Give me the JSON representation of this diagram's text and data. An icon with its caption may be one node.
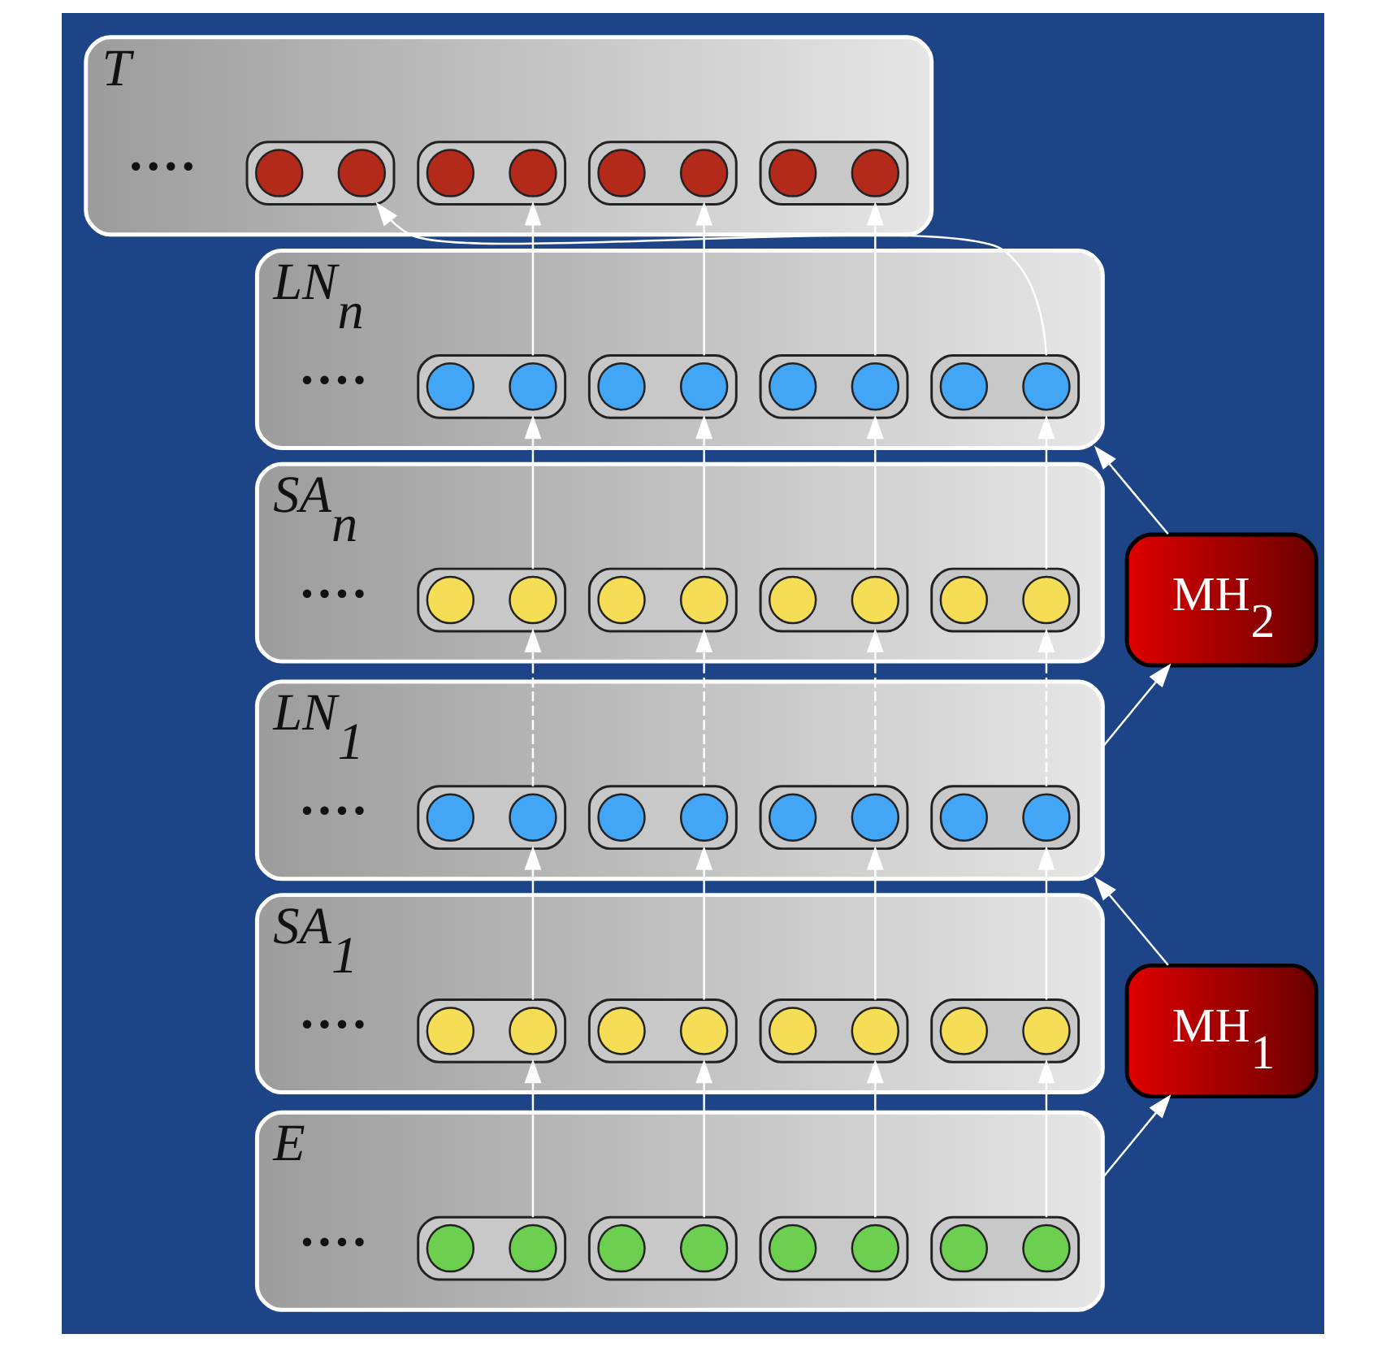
{
  "diagram": {
    "nodes": [
      {
        "text": [
          "T"
        ]
      },
      {
        "text": [],
        "shape": "box",
        "in": 0
      },
      {
        "text": [],
        "shape": "circle",
        "in": 1
      },
      {
        "text": [],
        "shape": "circle",
        "in": 1
      },
      {
        "text": [],
        "shape": "box",
        "in": 0
      },
      {
        "text": [],
        "shape": "circle",
        "in": 4
      },
      {
        "text": [],
        "shape": "circle",
        "in": 4
      },
      {
        "text": [],
        "shape": "box",
        "in": 0
      },
      {
        "text": [],
        "shape": "circle",
        "in": 7
      },
      {
        "text": [],
        "shape": "circle",
        "in": 7
      },
      {
        "text": [],
        "shape": "box",
        "in": 0
      },
      {
        "text": [],
        "shape": "circle",
        "in": 10
      },
      {
        "text": [],
        "shape": "circle",
        "in": 10
      },
      {
        "text": [
          "LN$_{n}$"
        ]
      },
      {
        "text": [],
        "shape": "box",
        "in": 13
      },
      {
        "text": [],
        "shape": "circle",
        "in": 14
      },
      {
        "text": [],
        "shape": "circle",
        "in": 14
      },
      {
        "text": [],
        "shape": "box",
        "in": 13
      },
      {
        "text": [],
        "shape": "circle",
        "in": 17
      },
      {
        "text": [],
        "shape": "circle",
        "in": 17
      },
      {
        "text": [],
        "shape": "box",
        "in": 13
      },
      {
        "text": [],
        "shape": "circle",
        "in": 20
      },
      {
        "text": [],
        "shape": "circle",
        "in": 20
      },
      {
        "text": [],
        "shape": "box",
        "in": 13
      },
      {
        "text": [],
        "shape": "circle",
        "in": 23
      },
      {
        "text": [],
        "shape": "circle",
        "in": 23
      },
      {
        "text": [
          "SA$_{n}$"
        ]
      },
      {
        "text": [],
        "shape": "box",
        "in": 26
      },
      {
        "text": [],
        "shape": "circle",
        "in": 27
      },
      {
        "text": [],
        "shape": "circle",
        "in": 27
      },
      {
        "text": [],
        "shape": "box",
        "in": 26
      },
      {
        "text": [],
        "shape": "circle",
        "in": 30
      },
      {
        "text": [],
        "shape": "circle",
        "in": 30
      },
      {
        "text": [],
        "shape": "box",
        "in": 26
      },
      {
        "text": [],
        "shape": "circle",
        "in": 33
      },
      {
        "text": [],
        "shape": "circle",
        "in": 33
      },
      {
        "text": [],
        "shape": "box",
        "in": 26
      },
      {
        "text": [],
        "shape": "circle",
        "in": 36
      },
      {
        "text": [],
        "shape": "circle",
        "in": 36
      },
      {
        "text": [
          "LN$_{1}$"
        ]
      },
      {
        "text": [],
        "shape": "box",
        "in": 39
      },
      {
        "text": [],
        "shape": "circle",
        "in": 40
      },
      {
        "text": [],
        "shape": "circle",
        "in": 40
      },
      {
        "text": [],
        "shape": "box",
        "in": 39
      },
      {
        "text": [],
        "shape": "circle",
        "in": 43
      },
      {
        "text": [],
        "shape": "circle",
        "in": 43
      },
      {
        "text": [],
        "shape": "box",
        "in": 39
      },
      {
        "text": [],
        "shape": "circle",
        "in": 46
      },
      {
        "text": [],
        "shape": "circle",
        "in": 46
      },
      {
        "text": [],
        "shape": "box",
        "in": 39
      },
      {
        "text": [],
        "shape": "circle",
        "in": 49
      },
      {
        "text": [],
        "shape": "circle",
        "in": 49
      },
      {
        "text": [
          "SA$_{1}$"
        ]
      },
      {
        "text": [],
        "shape": "box",
        "in": 52
      },
      {
        "text": [],
        "shape": "circle",
        "in": 53
      },
      {
        "text": [],
        "shape": "circle",
        "in": 53
      },
      {
        "text": [],
        "shape": "box",
        "in": 52
      },
      {
        "text": [],
        "shape": "circle",
        "in": 56
      },
      {
        "text": [],
        "shape": "circle",
        "in": 56
      },
      {
        "text": [],
        "shape": "box",
        "in": 52
      },
      {
        "text": [],
        "shape": "circle",
        "in": 59
      },
      {
        "text": [],
        "shape": "circle",
        "in": 59
      },
      {
        "text": [],
        "shape": "box",
        "in": 52
      },
      {
        "text": [],
        "shape": "circle",
        "in": 62
      },
      {
        "text": [],
        "shape": "circle",
        "in": 62
      },
      {
        "text": [
          "E"
        ]
      },
      {
        "text": [],
        "shape": "box",
        "in": 65
      },
      {
        "text": [],
        "shape": "circle",
        "in": 66
      },
      {
        "text": [],
        "shape": "circle",
        "in": 66
      },
      {
        "text": [],
        "shape": "box",
        "in": 65
      },
      {
        "text": [],
        "shape": "circle",
        "in": 69
      },
      {
        "text": [],
        "shape": "circle",
        "in": 69
      },
      {
        "text": [],
        "shape": "box",
        "in": 65
      },
      {
        "text": [],
        "shape": "circle",
        "in": 72
      },
      {
        "text": [],
        "shape": "circle",
        "in": 72
      },
      {
        "text": [],
        "shape": "box",
        "in": 65
      },
      {
        "text": [],
        "shape": "circle",
        "in": 75
      },
      {
        "text": [],
        "shape": "circle",
        "in": 75
      },
      {
        "text": [
          "MH$_{2}$"
        ]
      },
      {
        "text": [
          "MH$_{1}$"
        ]
      }
    ],
    "edges": [
      {
        "from": 66,
        "to": 53,
        "arrow": "to"
      },
      {
        "from": 69,
        "to": 56,
        "arrow": "to"
      },
      {
        "from": 72,
        "to": 59,
        "arrow": "to"
      },
      {
        "from": 75,
        "to": 62,
        "arrow": "to"
      },
      {
        "from": 53,
        "to": 40,
        "arrow": "to"
      },
      {
        "from": 56,
        "to": 43,
        "arrow": "to"
      },
      {
        "from": 59,
        "to": 46,
        "arrow": "to"
      },
      {
        "from": 62,
        "to": 49,
        "arrow": "to"
      },
      {
        "from": 40,
        "to": 27,
        "arrow": "to",
        "style": "dashed"
      },
      {
        "from": 43,
        "to": 30,
        "arrow": "to",
        "style": "dashed"
      },
      {
        "from": 46,
        "to": 33,
        "arrow": "to",
        "style": "dashed"
      },
      {
        "from": 49,
        "to": 36,
        "arrow": "to",
        "style": "dashed"
      },
      {
        "from": 27,
        "to": 14,
        "arrow": "to"
      },
      {
        "from": 30,
        "to": 17,
        "arrow": "to"
      },
      {
        "from": 33,
        "to": 20,
        "arrow": "to"
      },
      {
        "from": 36,
        "to": 23,
        "arrow": "to"
      },
      {
        "from": 14,
        "to": 1,
        "arrow": "to"
      },
      {
        "from": 17,
        "to": 4,
        "arrow": "to"
      },
      {
        "from": 20,
        "to": 7,
        "arrow": "to"
      },
      {
        "from": 23,
        "to": 10,
        "arrow": "to"
      },
      {
        "from": 65,
        "to": 79,
        "arrow": "to"
      },
      {
        "from": 79,
        "to": 39,
        "arrow": "to"
      },
      {
        "from": 39,
        "to": 78,
        "arrow": "to"
      },
      {
        "from": 78,
        "to": 13,
        "arrow": "to"
      }
    ],
    "labels": [
      "····",
      "····",
      "····",
      "····",
      "····",
      "····"
    ]
  }
}
